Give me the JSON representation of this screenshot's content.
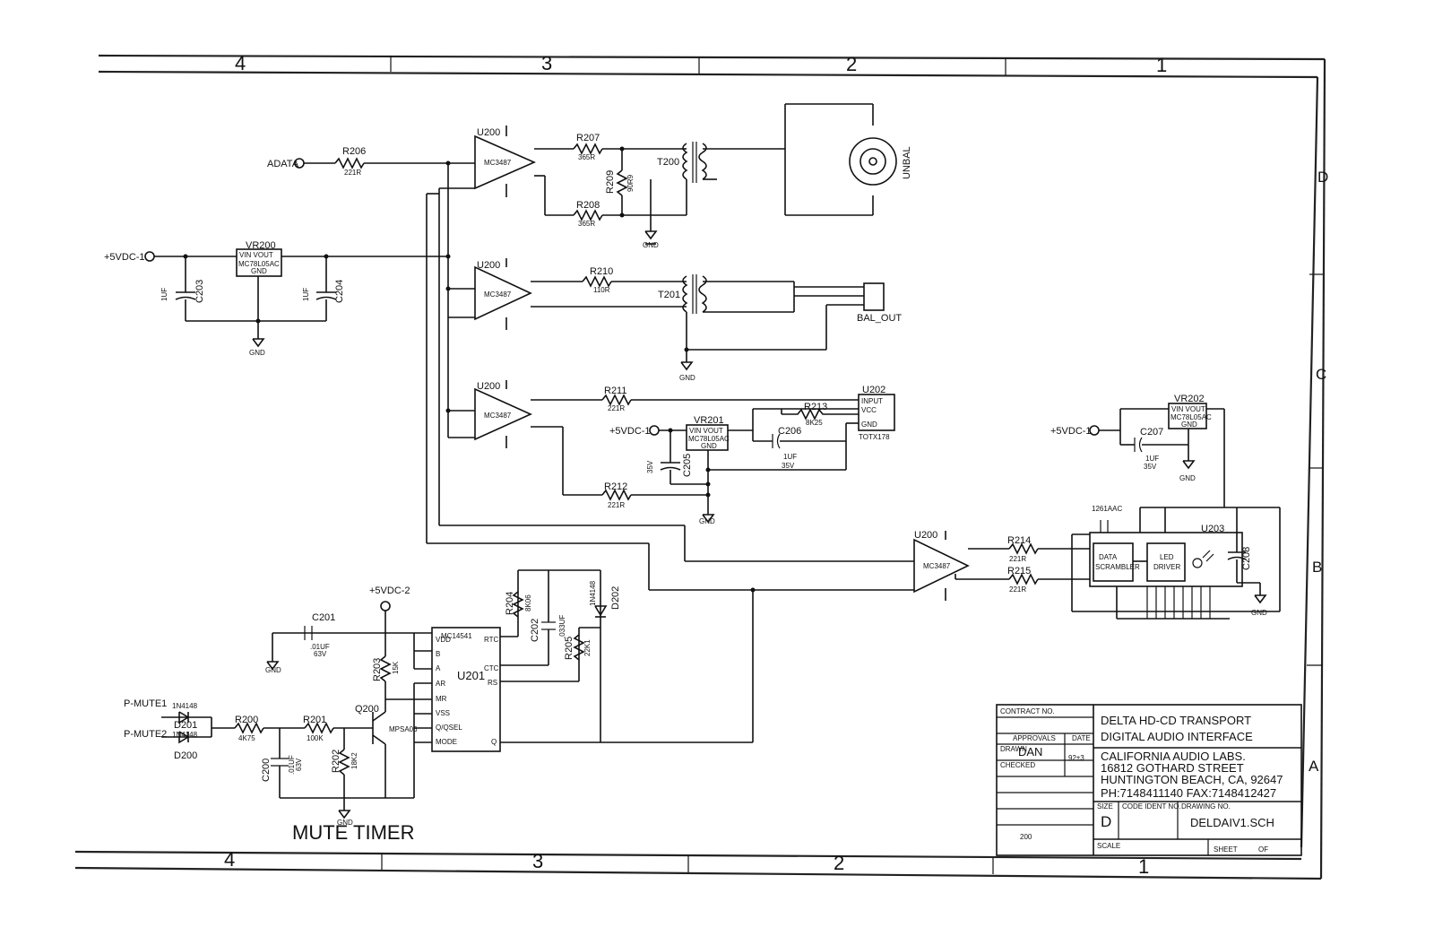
{
  "border": {
    "top_zones": [
      "4",
      "3",
      "2",
      "1"
    ],
    "bottom_zones": [
      "4",
      "3",
      "2",
      "1"
    ],
    "right_zones": [
      "D",
      "C",
      "B",
      "A"
    ]
  },
  "labels": {
    "adata": "ADATA",
    "p5v1_a": "+5VDC-1",
    "p5v1_b": "+5VDC-1",
    "p5v1_c": "+5VDC-1",
    "p5v2": "+5VDC-2",
    "pmute1": "P-MUTE1",
    "pmute2": "P-MUTE2",
    "unbal": "UNBAL",
    "bal_out": "BAL_OUT",
    "gnd": "GND",
    "mute_timer": "MUTE TIMER"
  },
  "components": {
    "u200": "U200",
    "mc3487": "MC3487",
    "r206": "R206",
    "r206_v": "221R",
    "r207": "R207",
    "r207_v": "365R",
    "r208": "R208",
    "r208_v": "365R",
    "r209": "R209",
    "r209_v": "90R9",
    "r210": "R210",
    "r210_v": "110R",
    "r211": "R211",
    "r211_v": "221R",
    "r212": "R212",
    "r212_v": "221R",
    "r213": "R213",
    "r213_v": "8K25",
    "r214": "R214",
    "r214_v": "221R",
    "r215": "R215",
    "r215_v": "221R",
    "t200": "T200",
    "t201": "T201",
    "vr200": "VR200",
    "vr201": "VR201",
    "vr202": "VR202",
    "vin_vout": "VIN VOUT",
    "reg_part": "MC78L05AC",
    "reg_gnd": "GND",
    "c203": "C203",
    "c204": "C204",
    "c205": "C205",
    "c206": "C206",
    "c207": "C207",
    "c208": "C208",
    "cap_v1": "1UF",
    "cap_v2": "35V",
    "u202": "U202",
    "u202_input": "INPUT",
    "u202_vcc": "VCC",
    "u202_gnd": "GND",
    "u202_part": "TOTX178",
    "u203": "U203",
    "u203_part": "1261AAC",
    "data": "DATA",
    "scrambler": "SCRAMBLER",
    "led": "LED",
    "driver": "DRIVER",
    "u201": "U201",
    "mc14541": "MC14541",
    "u201_pins": [
      "VDD",
      "B",
      "A",
      "AR",
      "MR",
      "VSS",
      "Q/QSEL",
      "MODE"
    ],
    "u201_rpins": [
      "RTC",
      "CTC",
      "RS",
      "Q"
    ],
    "c201": "C201",
    "c201_v": ".01UF",
    "c201_v2": "63V",
    "c202": "C202",
    "c202_v": ".033UF",
    "c200": "C200",
    "c200_v": ".01UF",
    "c200_v2": "63V",
    "r200": "R200",
    "r200_v": "4K75",
    "r201": "R201",
    "r201_v": "100K",
    "r202": "R202",
    "r202_v": "18K2",
    "r203": "R203",
    "r203_v": "15K",
    "r204": "R204",
    "r204_v": "8K06",
    "r205": "R205",
    "r205_v": "22K1",
    "q200": "Q200",
    "q200_v": "MPSA06",
    "d200": "D200",
    "d201": "D201",
    "d202": "D202",
    "diode_part": "1N4148"
  },
  "title_block": {
    "contract_no": "CONTRACT NO.",
    "approvals": "APPROVALS",
    "date": "DATE",
    "drawn": "DRAWN",
    "drawn_by": "DAN",
    "drawn_date": "92±3",
    "checked": "CHECKED",
    "title1": "DELTA HD-CD TRANSPORT",
    "title2": "DIGITAL AUDIO INTERFACE",
    "company": "CALIFORNIA AUDIO LABS.",
    "address1": "16812 GOTHARD STREET",
    "address2": "HUNTINGTON BEACH, CA, 92647",
    "phone": "PH:7148411140 FAX:7148412427",
    "size_label": "SIZE",
    "size": "D",
    "fscm": "CODE IDENT NO.",
    "dwg_no_label": "DRAWING NO.",
    "dwg_no": "DELDAIV1.SCH",
    "scale": "SCALE",
    "sheet": "SHEET",
    "of": "OF",
    "number": "200"
  }
}
